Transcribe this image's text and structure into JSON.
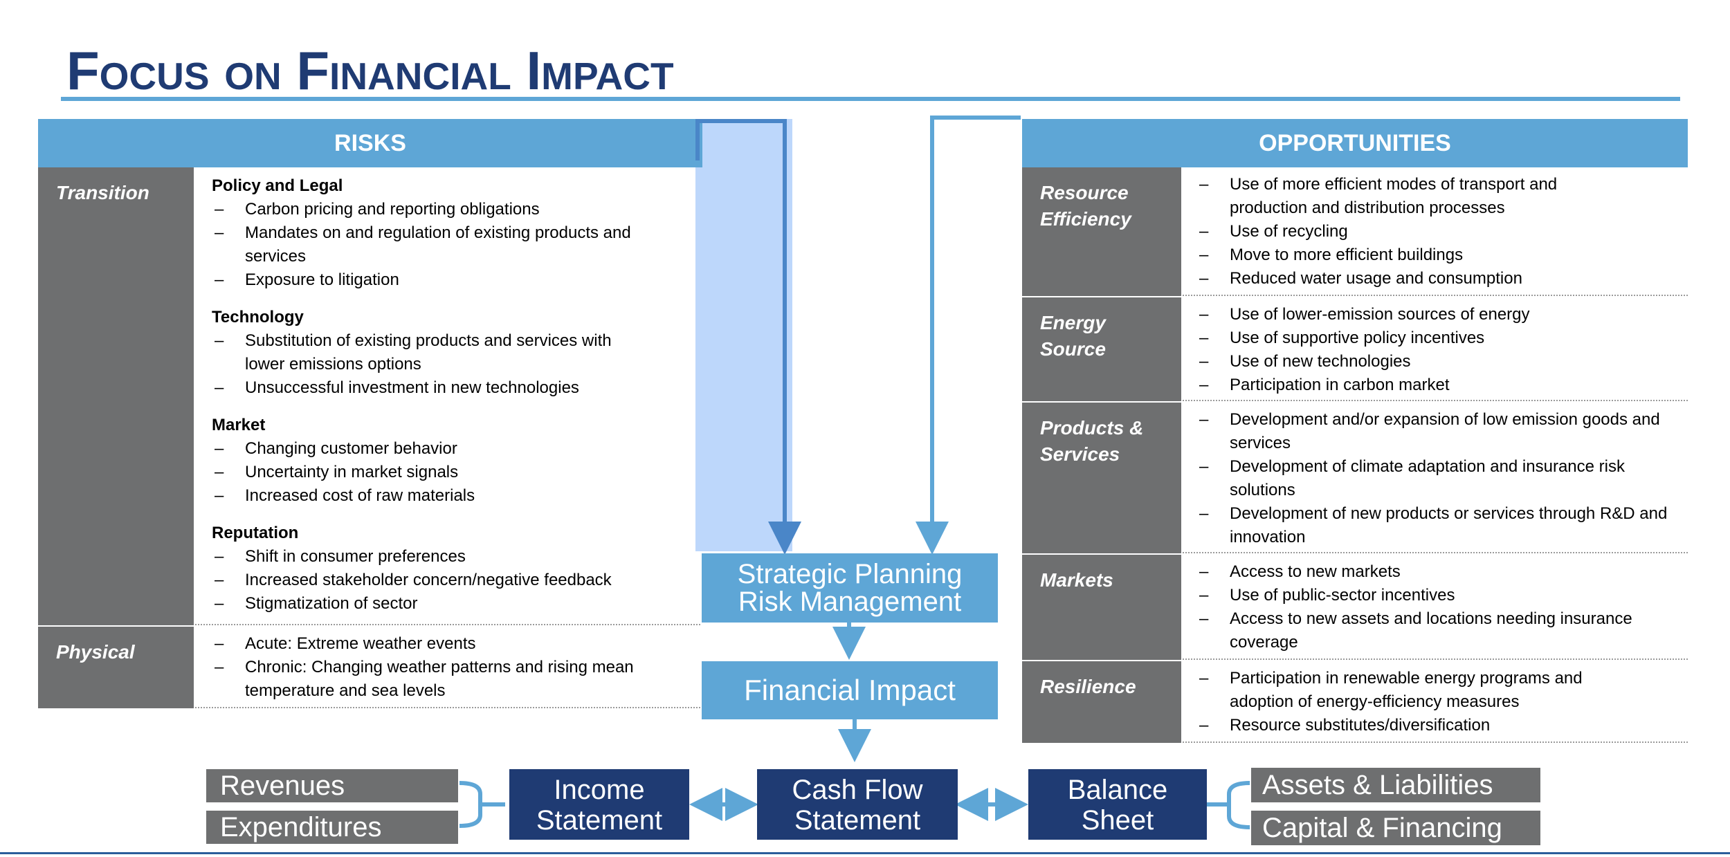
{
  "title": "Focus on Financial Impact",
  "risks": {
    "header": "RISKS",
    "transition": {
      "label": "Transition",
      "groups": [
        {
          "title": "Policy and Legal",
          "items": [
            "Carbon pricing and reporting obligations",
            "Mandates on and regulation of existing products and services",
            "Exposure to litigation"
          ]
        },
        {
          "title": "Technology",
          "items": [
            "Substitution of existing products and services with lower emissions options",
            "Unsuccessful investment in new technologies"
          ]
        },
        {
          "title": "Market",
          "items": [
            "Changing customer behavior",
            "Uncertainty in market signals",
            "Increased cost of raw materials"
          ]
        },
        {
          "title": "Reputation",
          "items": [
            "Shift in consumer preferences",
            "Increased stakeholder concern/negative feedback",
            "Stigmatization of sector"
          ]
        }
      ]
    },
    "physical": {
      "label": "Physical",
      "items": [
        "Acute: Extreme weather events",
        "Chronic: Changing weather patterns and rising mean temperature and sea levels"
      ]
    }
  },
  "opportunities": {
    "header": "OPPORTUNITIES",
    "rows": [
      {
        "label": "Resource Efficiency",
        "items": [
          "Use of more efficient modes of transport and production and distribution processes",
          "Use of recycling",
          "Move to more efficient buildings",
          "Reduced water usage and consumption"
        ]
      },
      {
        "label": "Energy Source",
        "items": [
          "Use of lower-emission sources of energy",
          "Use of supportive policy incentives",
          "Use of new technologies",
          "Participation in carbon market"
        ]
      },
      {
        "label": "Products & Services",
        "items": [
          "Development and/or expansion of low emission goods and services",
          "Development of climate adaptation and insurance risk solutions",
          "Development of new products or services through R&D and innovation"
        ]
      },
      {
        "label": "Markets",
        "items": [
          "Access to new markets",
          "Use of public-sector incentives",
          "Access to new assets and locations needing insurance coverage"
        ]
      },
      {
        "label": "Resilience",
        "items": [
          "Participation in renewable energy programs and adoption of energy-efficiency measures",
          "Resource substitutes/diversification"
        ]
      }
    ]
  },
  "flow": {
    "strategic_line1": "Strategic Planning",
    "strategic_line2": "Risk Management",
    "financial_impact": "Financial Impact",
    "income_line1": "Income",
    "income_line2": "Statement",
    "cashflow_line1": "Cash Flow",
    "cashflow_line2": "Statement",
    "balance_line1": "Balance",
    "balance_line2": "Sheet",
    "revenues": "Revenues",
    "expenditures": "Expenditures",
    "assets_liabilities": "Assets & Liabilities",
    "capital_financing": "Capital & Financing"
  },
  "colors": {
    "title": "#1f3b73",
    "accent_blue": "#5ea6d6",
    "light_blue": "#bdd7fb",
    "navy": "#1f3b73",
    "gray": "#6e6f70"
  }
}
